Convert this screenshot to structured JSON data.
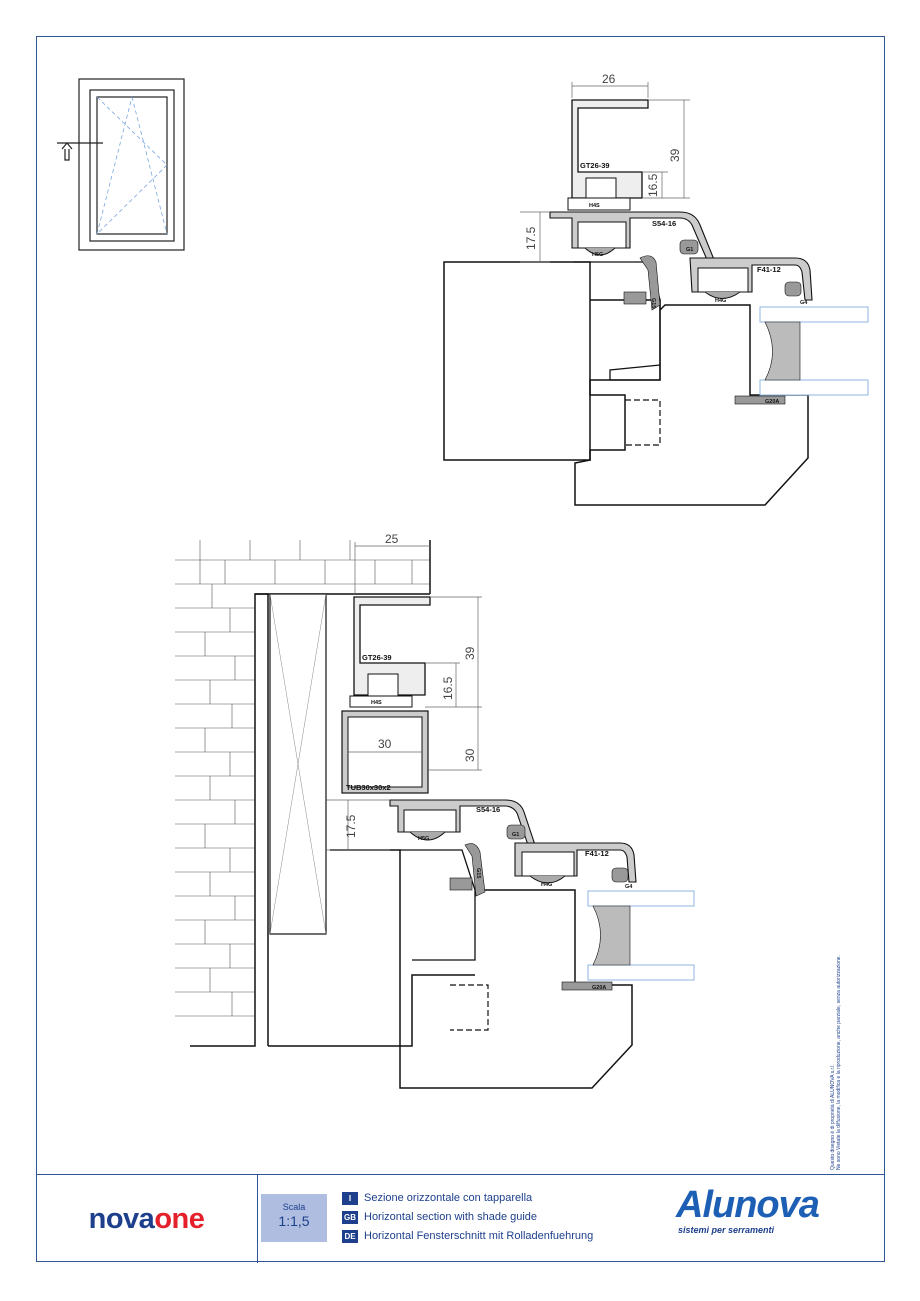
{
  "labels": {
    "top": {
      "gt": "GT26-39",
      "h4s": "H4S",
      "h5g": "H5G",
      "s54": "S54-16",
      "f41": "F41-12",
      "h4g": "H4G",
      "g1": "G1",
      "g4": "G4",
      "g15": "G15",
      "g20a": "G20A"
    },
    "bottom": {
      "gt": "GT26-39",
      "h4s": "H4S",
      "tub": "TUB30x30x2",
      "h5g": "H5G",
      "s54": "S54-16",
      "f41": "F41-12",
      "h4g": "H4G",
      "g1": "G1",
      "g4": "G4",
      "g15": "G15",
      "g20a": "G20A"
    }
  },
  "dims": {
    "top": {
      "w": "26",
      "h1": "39",
      "h2": "16.5",
      "h3": "17.5"
    },
    "bottom": {
      "w": "25",
      "h1": "39",
      "h2": "16.5",
      "tubw": "30",
      "tubh": "30",
      "h3": "17.5"
    }
  },
  "footer": {
    "brand_left_a": "nova",
    "brand_left_b": "one",
    "scale_label": "Scala",
    "scale_value": "1:1,5",
    "captions": [
      {
        "code": "I",
        "text": "Sezione orizzontale con tapparella"
      },
      {
        "code": "GB",
        "text": "Horizontal section with shade guide"
      },
      {
        "code": "DE",
        "text": "Horizontal Fensterschnitt mit Rolladenfuehrung"
      }
    ],
    "brand_right": "Alunova",
    "brand_right_tag": "sistemi per serramenti",
    "notice_1": "Questo disegno è di proprietà di ALUNOVA s.r.l.",
    "notice_2": "Ne sono Vietate la diffusione, la modifica e la riproduzione, anche parziale, senza autorizzazione."
  },
  "colors": {
    "frame": "#2f5597",
    "brand_blue": "#1d3f8c",
    "brand_red": "#e4202b",
    "glass": "#8fb4e6"
  }
}
